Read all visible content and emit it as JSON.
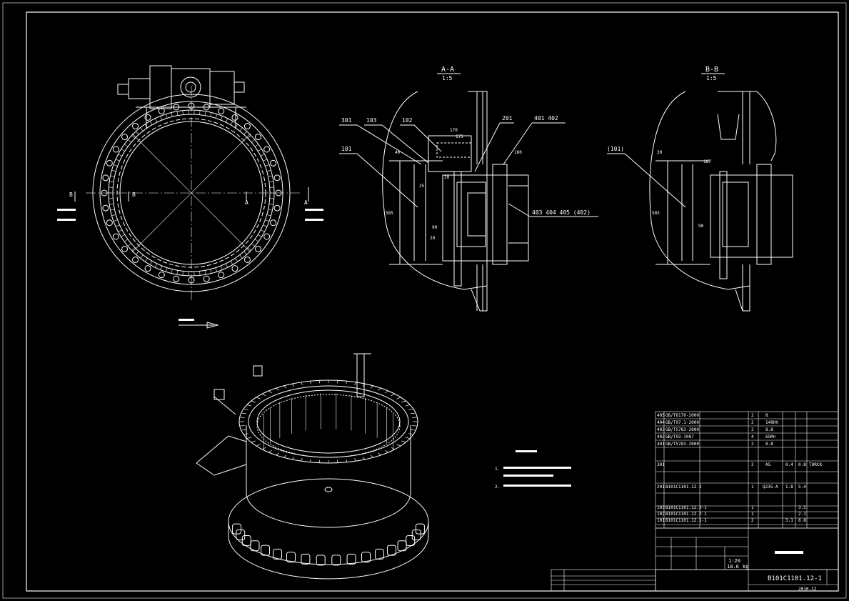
{
  "views": {
    "aa": {
      "title": "A-A",
      "scale": "1:5"
    },
    "bb": {
      "title": "B-B",
      "scale": "1:5"
    }
  },
  "callouts": {
    "c301": "301",
    "c103": "103",
    "c102": "102",
    "c201": "201",
    "c401_402": "401 402",
    "c101": "101",
    "c403_405": "403 404 405 (402)",
    "c101b": "(101)"
  },
  "dims": {
    "d170": "170",
    "d175": "175",
    "d40": "40",
    "d180": "180",
    "d30": "30",
    "d90": "90",
    "d25": "25",
    "d20": "20",
    "d585": "585",
    "d187": "187",
    "d585b": "585",
    "d30b": "30",
    "d90b": "90"
  },
  "plan_view": {
    "label_b": "B",
    "label_b2": "B",
    "label_a": "A",
    "label_a2": "A"
  },
  "notes": {
    "line1": "1.",
    "line2": "2."
  },
  "bom": {
    "rows": [
      {
        "no": "405",
        "std": "GB/T6170-2000",
        "qty": "2",
        "mat": "8"
      },
      {
        "no": "404",
        "std": "GB/T97.1-2000",
        "qty": "2",
        "mat": "140HV"
      },
      {
        "no": "403",
        "std": "GB/T5783-2000",
        "qty": "2",
        "mat": "8.8"
      },
      {
        "no": "402",
        "std": "GB/T93-1987",
        "qty": "4",
        "mat": "65Mn"
      },
      {
        "no": "401",
        "std": "GB/T5783-2000",
        "qty": "2",
        "mat": "8.8"
      }
    ],
    "row301": {
      "no": "301",
      "qty": "2",
      "mat": "A5",
      "w1": "0.4",
      "w2": "0.8",
      "note": "TURCK"
    },
    "row201": {
      "no": "201",
      "code": "B101C1101.12-2",
      "qty": "1",
      "mat": "Q235-A",
      "w1": "1.8",
      "w2": "5.4"
    },
    "row103": {
      "no": "103",
      "code": "B101C1101.12.3-1",
      "qty": "1",
      "w2": "3.5"
    },
    "row102": {
      "no": "102",
      "code": "B101C1101.12.2-1",
      "qty": "1",
      "w2": "2.1"
    },
    "row101": {
      "no": "101",
      "code": "B101C1101.12.1-1",
      "qty": "2",
      "w1": "3.1",
      "w2": "6.8"
    },
    "scale": "1:20",
    "kg": "kg",
    "weight": "18.6",
    "drawing_no": "B101C1101.12-1",
    "date": "2010.12"
  }
}
